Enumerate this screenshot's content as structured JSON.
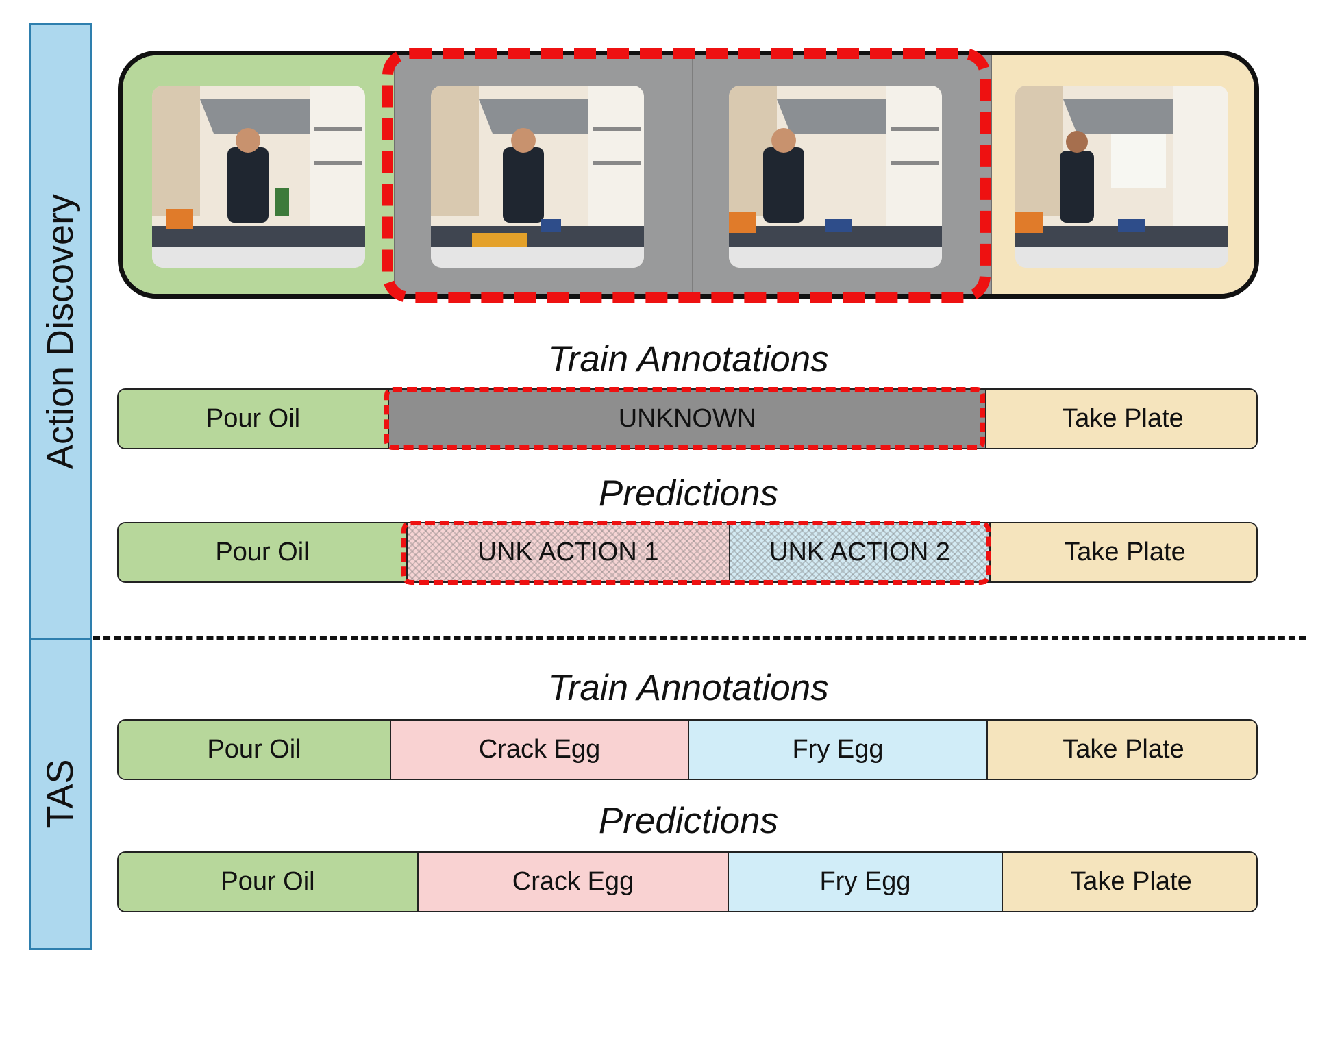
{
  "sections": {
    "discovery_label": "Action Discovery",
    "tas_label": "TAS"
  },
  "headings": {
    "train": "Train Annotations",
    "pred": "Predictions"
  },
  "colors": {
    "pour_oil": "#b7d79b",
    "unknown_film": "#999a9b",
    "unknown_bar": "#8e8e8e",
    "crack_egg": "#f9d2d2",
    "fry_egg": "#d1edf8",
    "take_plate": "#f5e4bd",
    "highlight": "#ee1111"
  },
  "filmstrip": {
    "frames": [
      {
        "segment": "Pour Oil",
        "icon": "video-frame-pour-oil"
      },
      {
        "segment": "UNKNOWN",
        "icon": "video-frame-crack-egg"
      },
      {
        "segment": "UNKNOWN",
        "icon": "video-frame-fry-egg"
      },
      {
        "segment": "Take Plate",
        "icon": "video-frame-take-plate"
      }
    ]
  },
  "discovery": {
    "train": [
      "Pour Oil",
      "UNKNOWN",
      "Take Plate"
    ],
    "pred": [
      "Pour Oil",
      "UNK ACTION 1",
      "UNK ACTION 2",
      "Take Plate"
    ]
  },
  "tas": {
    "train": [
      "Pour Oil",
      "Crack Egg",
      "Fry Egg",
      "Take Plate"
    ],
    "pred": [
      "Pour Oil",
      "Crack Egg",
      "Fry Egg",
      "Take Plate"
    ]
  }
}
